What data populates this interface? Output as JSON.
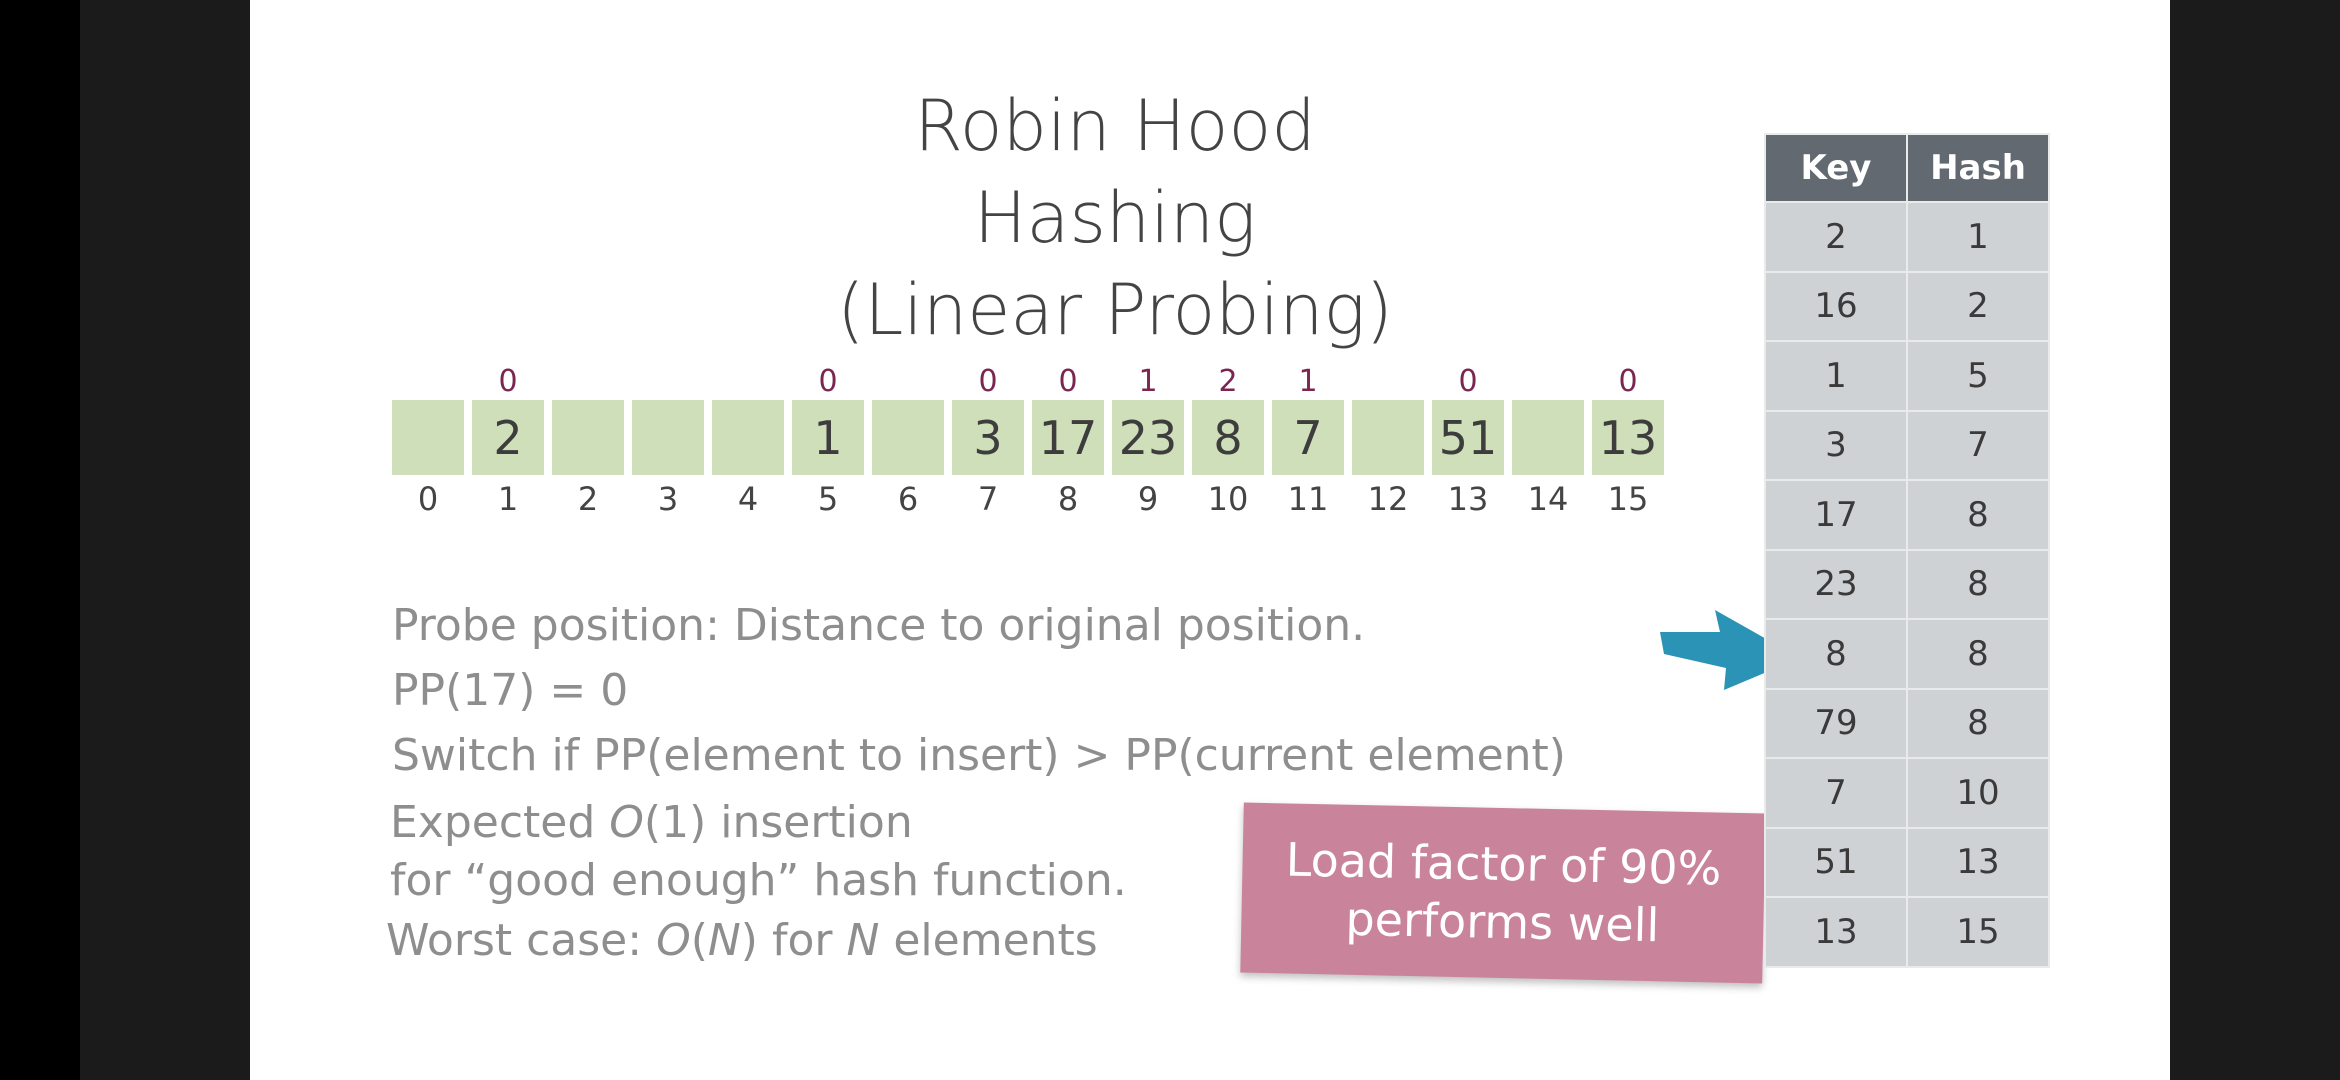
{
  "slide": {
    "title_line1": "Robin Hood Hashing",
    "title_line2": "(Linear Probing)"
  },
  "hash_table": {
    "slots": [
      {
        "index": "0",
        "value": "",
        "pp": ""
      },
      {
        "index": "1",
        "value": "2",
        "pp": "0"
      },
      {
        "index": "2",
        "value": "",
        "pp": ""
      },
      {
        "index": "3",
        "value": "",
        "pp": ""
      },
      {
        "index": "4",
        "value": "",
        "pp": ""
      },
      {
        "index": "5",
        "value": "1",
        "pp": "0"
      },
      {
        "index": "6",
        "value": "",
        "pp": ""
      },
      {
        "index": "7",
        "value": "3",
        "pp": "0"
      },
      {
        "index": "8",
        "value": "17",
        "pp": "0"
      },
      {
        "index": "9",
        "value": "23",
        "pp": "1"
      },
      {
        "index": "10",
        "value": "8",
        "pp": "2"
      },
      {
        "index": "11",
        "value": "7",
        "pp": "1"
      },
      {
        "index": "12",
        "value": "",
        "pp": ""
      },
      {
        "index": "13",
        "value": "51",
        "pp": "0"
      },
      {
        "index": "14",
        "value": "",
        "pp": ""
      },
      {
        "index": "15",
        "value": "13",
        "pp": "0"
      }
    ]
  },
  "notes": {
    "line1": "Probe position: Distance to original position.",
    "line2": "PP(17) = 0",
    "line3": "Switch if PP(element to insert) > PP(current element)",
    "line4_pre": "Expected ",
    "line4_italic": "O",
    "line4_post": "(1) insertion",
    "line5": "for “good enough” hash function.",
    "line6_pre": "Worst case: ",
    "line6_o": "O",
    "line6_paren_open": "(",
    "line6_n": "N",
    "line6_paren_close": ") for ",
    "line6_n2": "N",
    "line6_post": " elements"
  },
  "callout": {
    "line1": "Load factor of 90%",
    "line2": "performs well"
  },
  "key_hash_table": {
    "headers": [
      "Key",
      "Hash"
    ],
    "rows": [
      [
        "2",
        "1"
      ],
      [
        "16",
        "2"
      ],
      [
        "1",
        "5"
      ],
      [
        "3",
        "7"
      ],
      [
        "17",
        "8"
      ],
      [
        "23",
        "8"
      ],
      [
        "8",
        "8"
      ],
      [
        "79",
        "8"
      ],
      [
        "7",
        "10"
      ],
      [
        "51",
        "13"
      ],
      [
        "13",
        "15"
      ]
    ],
    "highlighted_row_key": "8"
  },
  "colors": {
    "cell_fill": "#cfdfb9",
    "pp_text": "#7a2650",
    "callout_bg": "#c9849c",
    "table_header": "#626970",
    "table_cell": "#cfd2d4",
    "arrow": "#2b93b5"
  },
  "icons": {
    "arrow": "arrow-right-icon",
    "player": "play-next-icon"
  }
}
